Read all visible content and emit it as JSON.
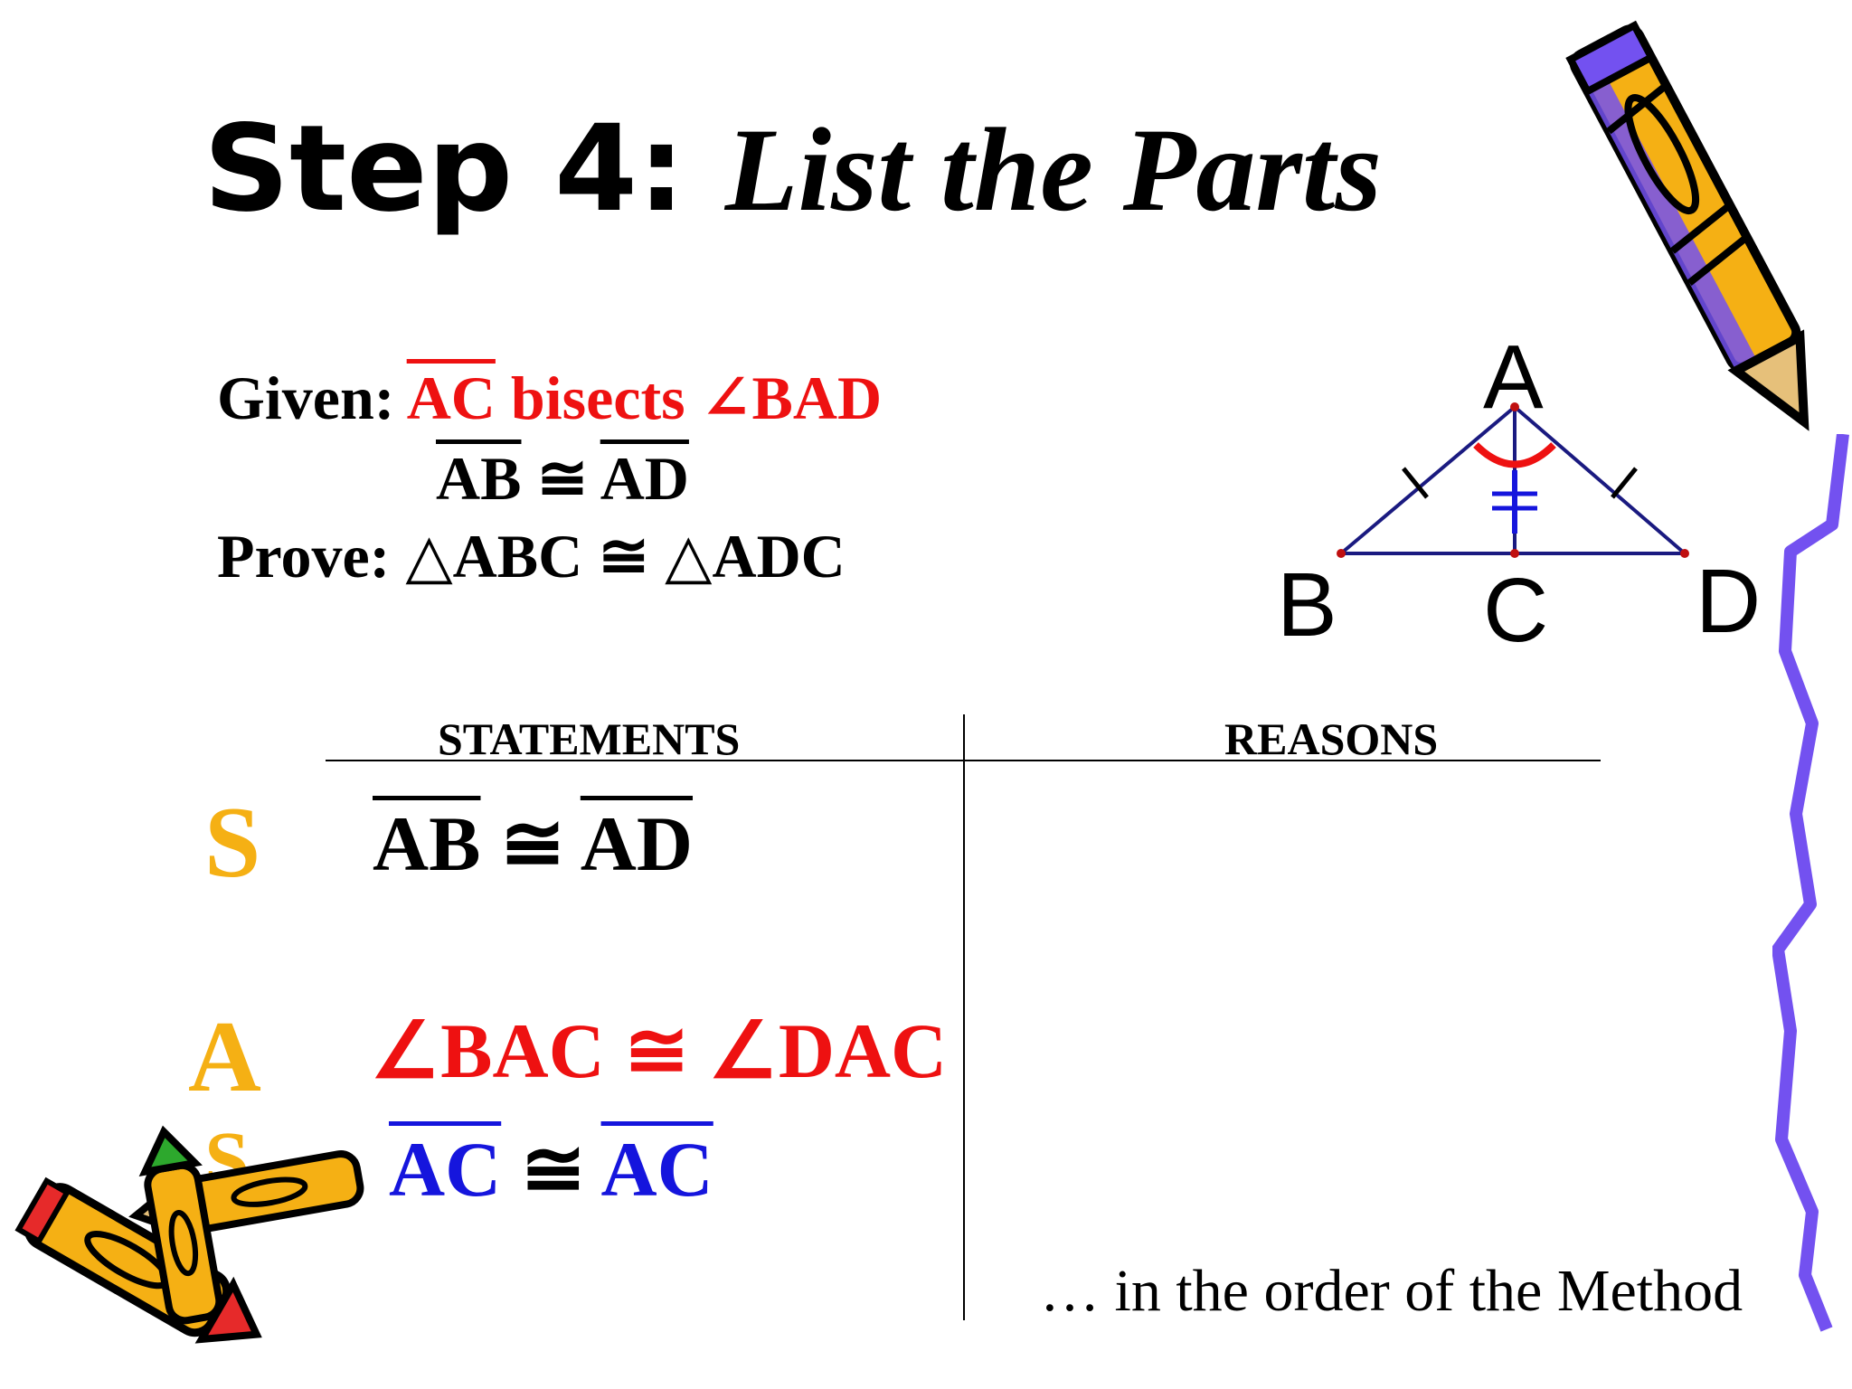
{
  "title": {
    "step": "Step 4:",
    "subtitle": "List the Parts"
  },
  "given": {
    "label": "Given:",
    "seg1": "AC",
    "bisects": " bisects ",
    "angle1": "∠BAD",
    "line2_seg1": "AB",
    "line2_cong": " ≅ ",
    "line2_seg2": "AD"
  },
  "prove": {
    "label": "Prove:",
    "statement": "△ABC ≅ △ADC"
  },
  "diagram": {
    "A": "A",
    "B": "B",
    "C": "C",
    "D": "D"
  },
  "table": {
    "statements_header": "STATEMENTS",
    "reasons_header": "REASONS",
    "rows": [
      {
        "letter": "S",
        "seg1": "AB",
        "cong": " ≅ ",
        "seg2": "AD"
      },
      {
        "letter": "A",
        "text": "∠BAC ≅ ∠DAC"
      },
      {
        "letter": "S",
        "seg1": "AC",
        "cong": " ≅ ",
        "seg2": "AC"
      }
    ]
  },
  "footer": "… in the order of the Method",
  "colors": {
    "red": "#ee1111",
    "blue": "#1515dd",
    "gold": "#f5b014",
    "purple": "#7351f0"
  }
}
